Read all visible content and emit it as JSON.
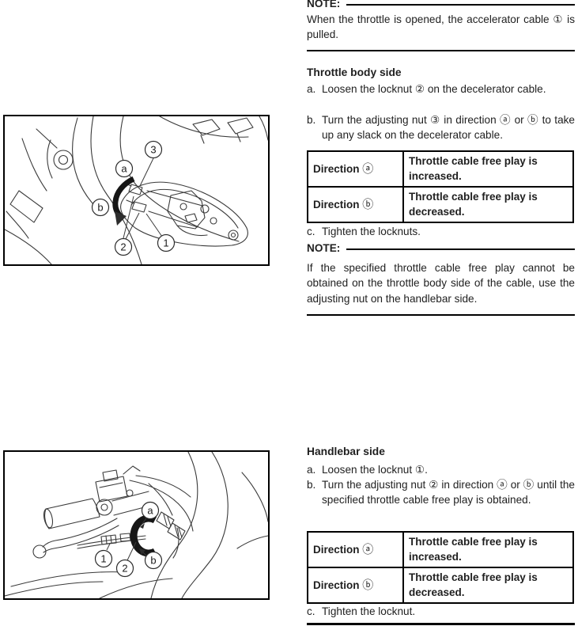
{
  "note_top": {
    "label": "NOTE:",
    "body": "When the throttle is opened, the accelerator cable ① is pulled."
  },
  "throttle_body_section": {
    "heading": "Throttle body side",
    "steps": [
      {
        "marker": "a.",
        "text": "Loosen the locknut ② on the decelerator cable."
      },
      {
        "marker": "b.",
        "text": "Turn the adjusting nut ③ in direction ⓐ or ⓑ to take up any slack on the decelerator cable."
      },
      {
        "marker": "c.",
        "text": "Tighten the locknuts."
      }
    ],
    "table": {
      "rows": [
        {
          "col1_label": "Direction",
          "col1_ref": "ⓐ",
          "col2": "Throttle cable free play is increased."
        },
        {
          "col1_label": "Direction",
          "col1_ref": "ⓑ",
          "col2": "Throttle cable free play is decreased."
        }
      ]
    }
  },
  "note_mid": {
    "label": "NOTE:",
    "body": "If the specified throttle cable free play cannot be obtained on the throttle body side of the cable, use the adjusting nut on the handlebar side."
  },
  "handlebar_section": {
    "heading": "Handlebar side",
    "steps": [
      {
        "marker": "a.",
        "text": "Loosen the locknut ①."
      },
      {
        "marker": "b.",
        "text": "Turn the adjusting nut ② in direction ⓐ or ⓑ until the specified throttle cable free play is obtained."
      },
      {
        "marker": "c.",
        "text": "Tighten the locknut."
      }
    ],
    "table": {
      "rows": [
        {
          "col1_label": "Direction",
          "col1_ref": "ⓐ",
          "col2": "Throttle cable free play is increased."
        },
        {
          "col1_label": "Direction",
          "col1_ref": "ⓑ",
          "col2": "Throttle cable free play is decreased."
        }
      ]
    }
  },
  "figures": {
    "throttle_body": {
      "callouts": {
        "c3": "3",
        "ca": "a",
        "cb": "b",
        "c2": "2",
        "c1": "1"
      }
    },
    "handlebar": {
      "callouts": {
        "ca": "a",
        "c1": "1",
        "c2": "2",
        "cb": "b"
      }
    }
  }
}
